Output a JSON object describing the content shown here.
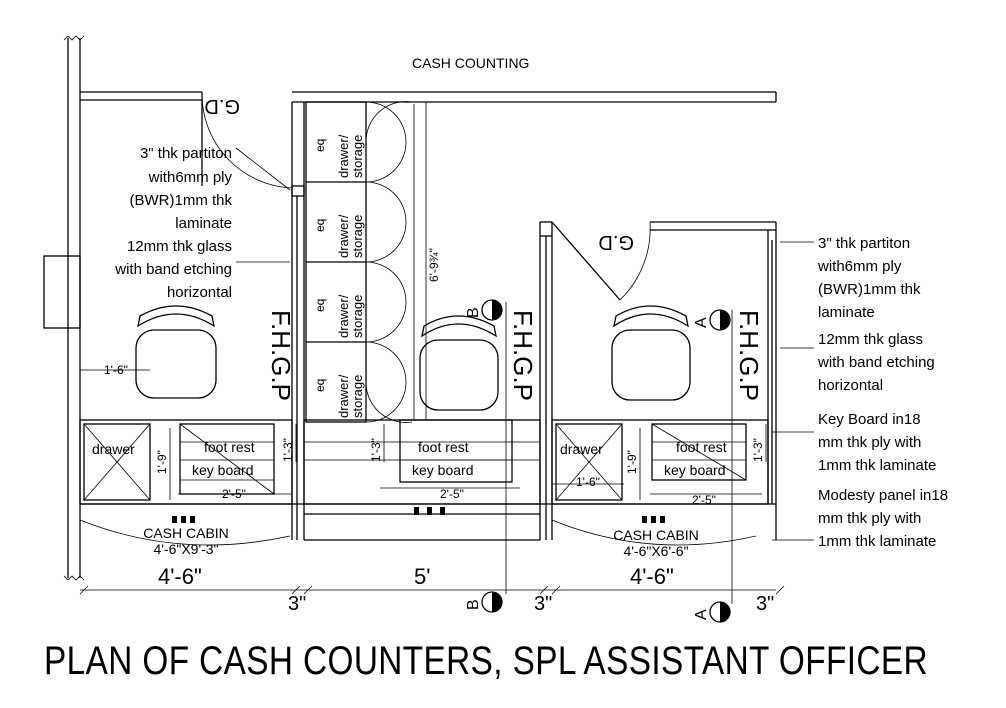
{
  "title": "PLAN OF CASH COUNTERS, SPL ASSISTANT OFFICER",
  "room_label": "CASH COUNTING",
  "gd_label": "G.D",
  "fhgp_label": "F.H.G.P",
  "notes_left": [
    "3\" thk partiton",
    "with6mm ply",
    "(BWR)1mm thk",
    "laminate",
    "12mm thk glass",
    "with band etching",
    "horizontal"
  ],
  "notes_right_partition": [
    "3\" thk partiton",
    "with6mm ply",
    "(BWR)1mm thk",
    "laminate"
  ],
  "notes_right_glass": [
    "12mm thk glass",
    "with band etching",
    "horizontal"
  ],
  "notes_keyboard": [
    "Key Board  in18",
    "mm thk ply with",
    "1mm thk laminate"
  ],
  "notes_modesty": [
    "Modesty panel in18",
    "mm thk ply with",
    "1mm thk laminate"
  ],
  "storage_label": [
    "drawer/",
    "storage"
  ],
  "eq_label": "eq",
  "storage_dim": "6'-9¾\"",
  "drawer_label": "drawer",
  "footrest_label": "foot rest",
  "keyboard_label": "key board",
  "dim_1_6": "1'-6\"",
  "dim_1_9": "1'-9\"",
  "dim_1_3": "1'-3\"",
  "dim_2_5": "2'-5\"",
  "cabin_left": [
    "CASH CABIN",
    "4'-6\"X9'-3\""
  ],
  "cabin_right": [
    "CASH CABIN",
    "4'-6\"X6'-6\""
  ],
  "dim_bottom": [
    "4'-6\"",
    "5'",
    "4'-6\""
  ],
  "dim_3in": "3\"",
  "section_a": "A",
  "section_b": "B"
}
